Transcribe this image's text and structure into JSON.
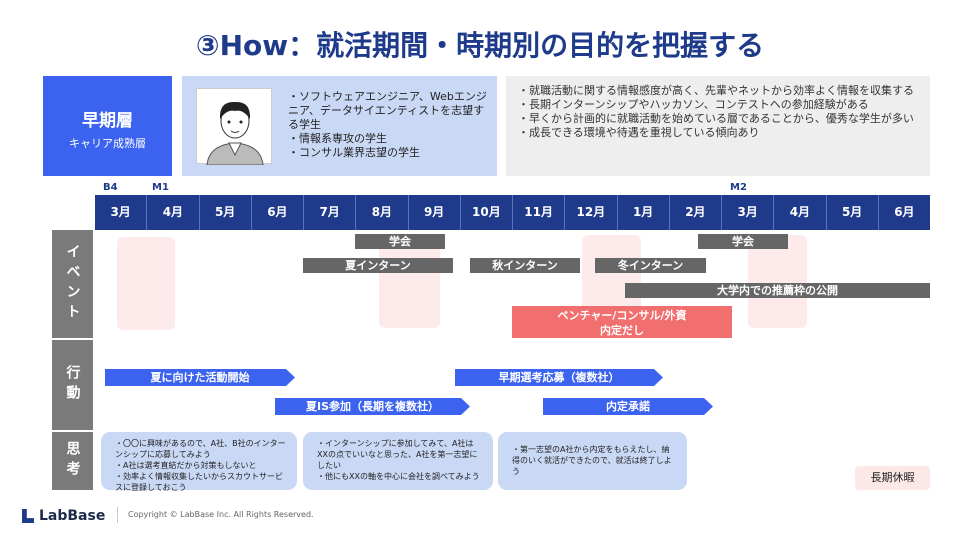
{
  "title": "③How：就活期間・時期別の目的を把握する",
  "segment": {
    "name": "早期層",
    "sub": "キャリア成熟層"
  },
  "persona": [
    "・ソフトウェアエンジニア、Webエンジニア、データサイエンティストを志望する学生",
    "・情報系専攻の学生",
    "・コンサル業界志望の学生"
  ],
  "traits": [
    "・就職活動に関する情報感度が高く、先輩やネットから効率よく情報を収集する",
    "・長期インターンシップやハッカソン、コンテストへの参加経験がある",
    "・早くから計画的に就職活動を始めている層であることから、優秀な学生が多い",
    "・成長できる環境や待遇を重視している傾向あり"
  ],
  "year_labels": [
    "B4",
    "M1",
    "M2"
  ],
  "months": [
    "3月",
    "4月",
    "5月",
    "6月",
    "7月",
    "8月",
    "9月",
    "10月",
    "11月",
    "12月",
    "1月",
    "2月",
    "3月",
    "4月",
    "5月",
    "6月"
  ],
  "rows": {
    "event": "イベント",
    "action": "行動",
    "thought": "思考"
  },
  "events": [
    "学会",
    "夏インターン",
    "秋インターン",
    "冬インターン",
    "学会",
    "大学内での推薦枠の公開",
    "ベンチャー/コンサル/外資",
    "内定だし"
  ],
  "actions": [
    "夏に向けた活動開始",
    "夏IS参加（長期を複数社）",
    "早期選考応募（複数社）",
    "内定承諾"
  ],
  "thoughts": [
    [
      "・〇〇に興味があるので、A社、B社のインターンシップに応募してみよう",
      "・A社は選考直結だから対策もしないと",
      "・効率よく情報収集したいからスカウトサービスに登録しておこう"
    ],
    [
      "・インターンシップに参加してみて、A社はXXの点でいいなと思った、A社を第一志望にしたい",
      "・他にもXXの軸を中心に会社を調べてみよう"
    ],
    [
      "・第一志望のA社から内定をもらえたし、納得のいく就活ができたので、就活は終了しよう"
    ]
  ],
  "vacation": "長期休暇",
  "footer": {
    "logo": "LabBase",
    "copyright": "Copyright ©  LabBase Inc. All Rights Reserved."
  }
}
